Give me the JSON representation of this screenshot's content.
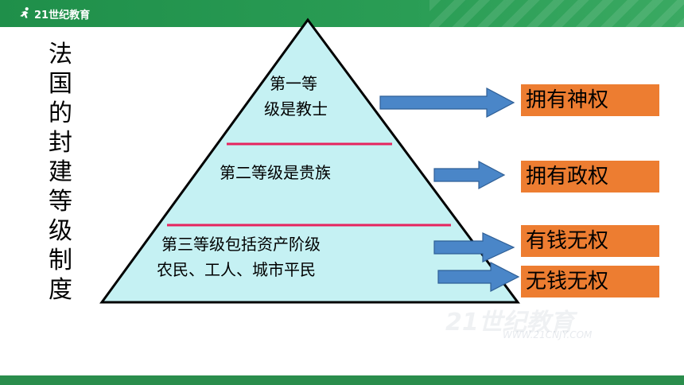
{
  "header": {
    "brand": "21世纪教育",
    "logo_icon": "runner-icon",
    "accent_color": "#2a9d55"
  },
  "title_chars": [
    "法",
    "国",
    "的",
    "封",
    "建",
    "等",
    "级",
    "制",
    "度"
  ],
  "pyramid": {
    "fill_color": "#c5f1f3",
    "divider_color": "#e6245e",
    "tiers": [
      {
        "line1": "第一等",
        "line2": "级是教士"
      },
      {
        "line1": "第二等级是贵族"
      },
      {
        "line1": "第三等级包括资产阶级",
        "line2": "农民、工人、城市平民"
      }
    ]
  },
  "arrow_color": "#4a86c8",
  "box_color": "#ed7d31",
  "right_boxes": [
    {
      "label": "拥有神权"
    },
    {
      "label": "拥有政权"
    },
    {
      "label": "有钱无权"
    },
    {
      "label": "无钱无权"
    }
  ],
  "watermark": {
    "brand": "21世纪教育",
    "url": "WWW.21CNJY.COM"
  }
}
